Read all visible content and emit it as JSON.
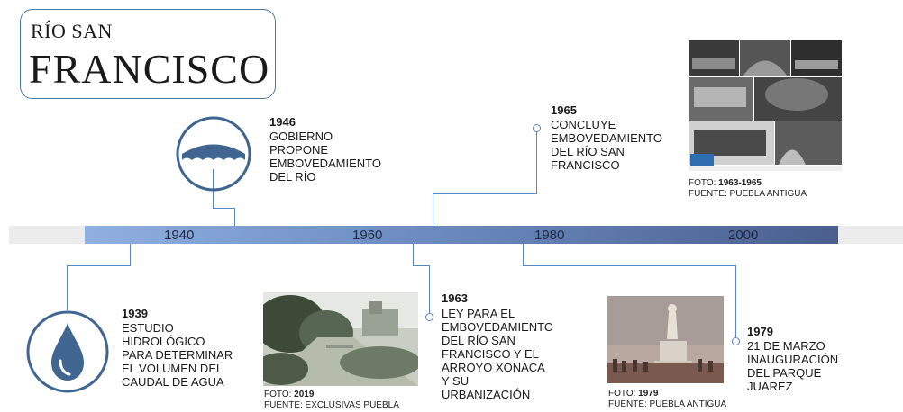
{
  "title": {
    "line1": "RÍO SAN",
    "line2": "FRANCISCO"
  },
  "axis": {
    "years": [
      "1940",
      "1960",
      "1980",
      "2000"
    ]
  },
  "events": {
    "e1939": {
      "year": "1939",
      "text": "ESTUDIO\nHIDROLÓGICO\nPARA DETERMINAR\nEL VOLUMEN DEL\nCAUDAL DE AGUA"
    },
    "e1946": {
      "year": "1946",
      "text": "GOBIERNO\nPROPONE\nEMBOVEDAMIENTO\nDEL RÍO"
    },
    "e1963": {
      "year": "1963",
      "text": "LEY PARA EL\nEMBOVEDAMIENTO\nDEL RÍO SAN\nFRANCISCO Y EL\nARROYO XONACA\nY SU\nURBANIZACIÓN"
    },
    "e1965": {
      "year": "1965",
      "text": "CONCLUYE\nEMBOVEDAMIENTO\nDEL RÍO SAN\nFRANCISCO"
    },
    "e1979": {
      "year": "1979",
      "text": "21 DE MARZO\nINAUGURACIÓN\nDEL PARQUE\nJUÁREZ"
    }
  },
  "photos": {
    "p2019": {
      "label": "FOTO: ",
      "year": "2019",
      "source": "FUENTE: EXCLUSIVAS PUEBLA"
    },
    "p1979": {
      "label": "FOTO: ",
      "year": "1979",
      "source": "FUENTE: PUEBLA ANTIGUA"
    },
    "p1963": {
      "label": "FOTO: ",
      "year": "1963-1965",
      "source": "FUENTE: PUEBLA ANTIGUA"
    }
  },
  "icons": {
    "drop": "water-drop-icon",
    "bridge": "bridge-arch-icon"
  },
  "colors": {
    "accent": "#5b84c9",
    "iconStroke": "#3f6590",
    "bar_start": "#8fb0e0",
    "bar_end": "#4a5f8e"
  }
}
